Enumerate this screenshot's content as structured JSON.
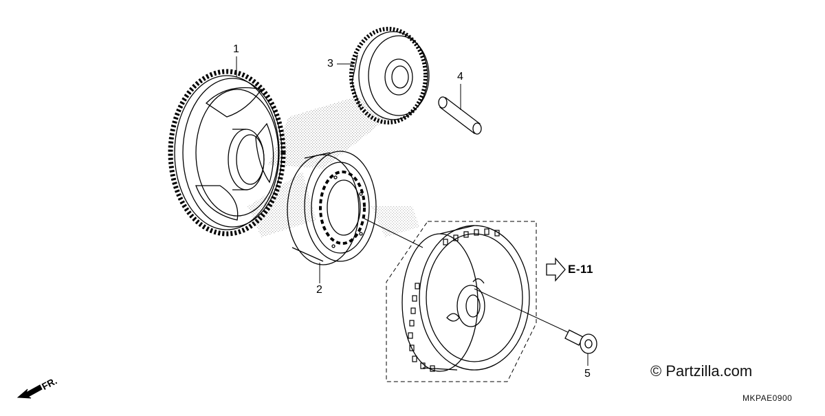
{
  "callouts": {
    "part_1": "1",
    "part_2": "2",
    "part_3": "3",
    "part_4": "4",
    "part_5": "5"
  },
  "reference": {
    "label": "E-11"
  },
  "direction": {
    "label": "FR."
  },
  "watermark": {
    "text": "© Partzilla.com"
  },
  "diagram_code": {
    "text": "MKPAE0900"
  }
}
